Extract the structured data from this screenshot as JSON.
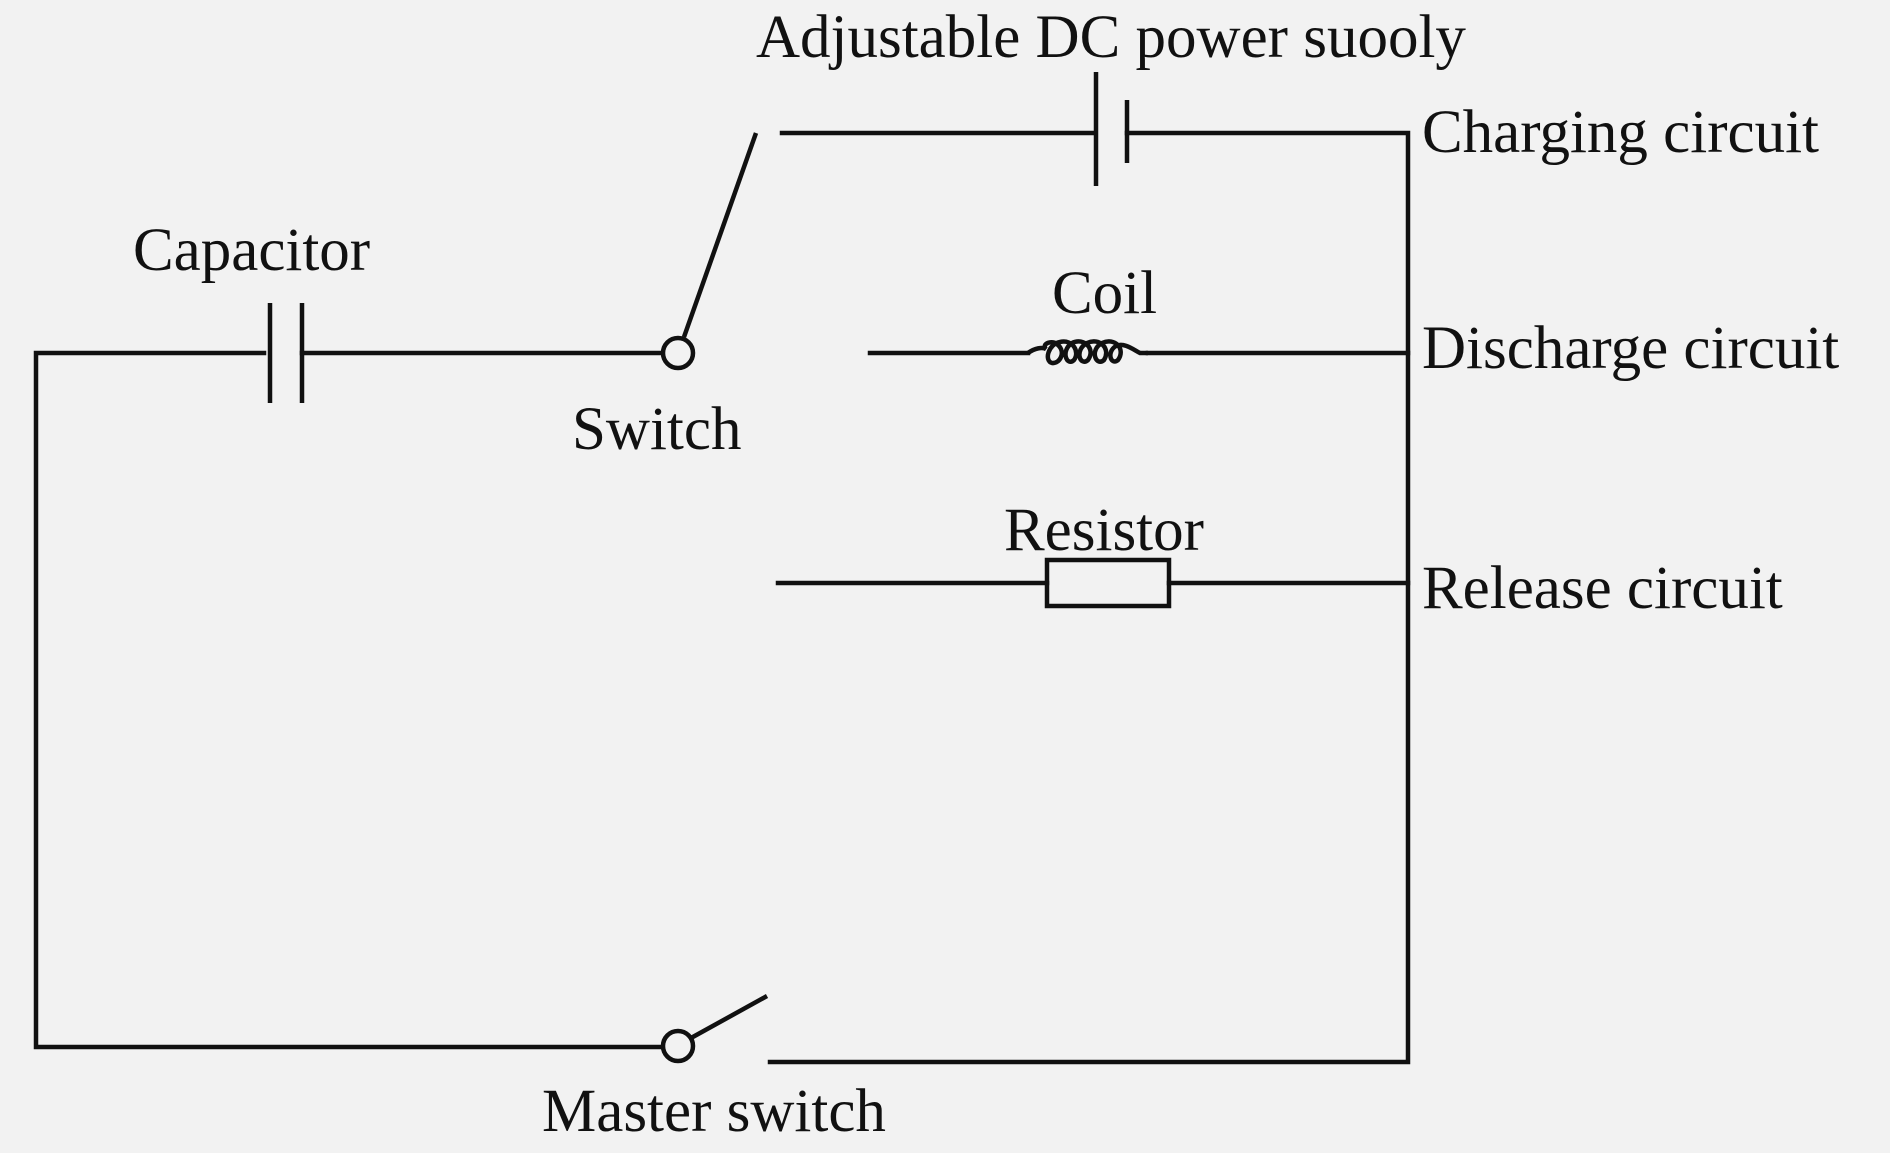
{
  "labels": {
    "power_supply": "Adjustable DC power suooly",
    "charging": "Charging circuit",
    "capacitor": "Capacitor",
    "coil": "Coil",
    "discharge": "Discharge circuit",
    "switch": "Switch",
    "resistor": "Resistor",
    "release": "Release circuit",
    "master_switch": "Master switch"
  },
  "colors": {
    "background": "#f2f2f2",
    "ink": "#111111"
  }
}
